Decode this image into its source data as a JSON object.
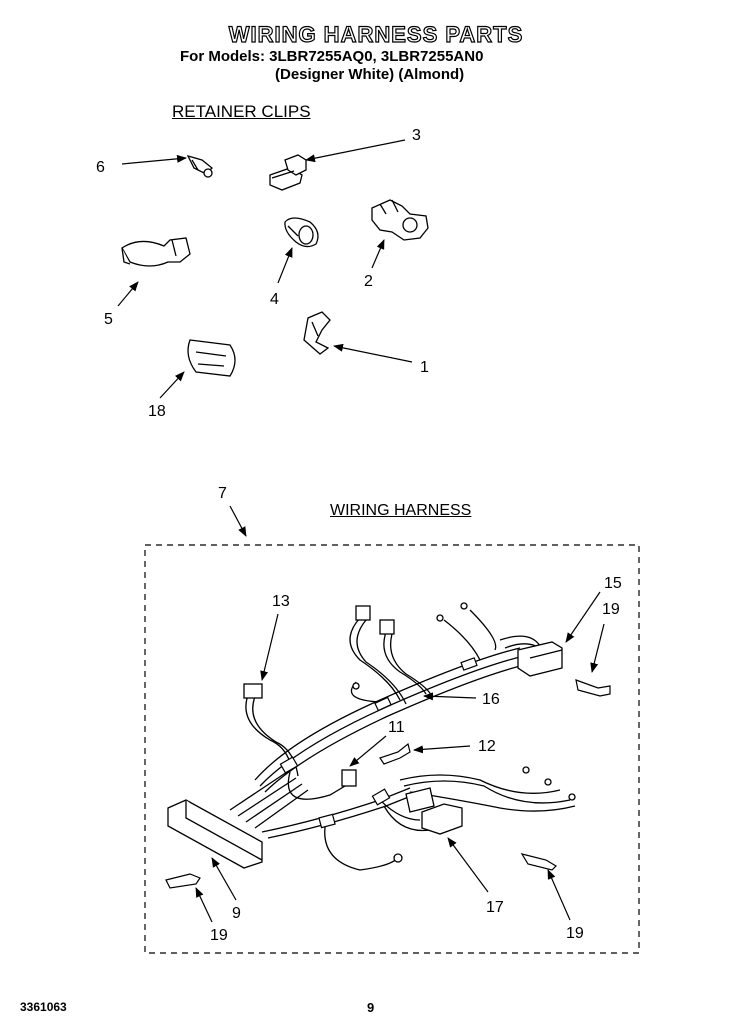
{
  "header": {
    "title": "WIRING HARNESS PARTS",
    "models_line": "For Models: 3LBR7255AQ0, 3LBR7255AN0",
    "variants_line": "(Designer White)   (Almond)"
  },
  "sections": {
    "retainer_clips": "RETAINER CLIPS",
    "wiring_harness": "WIRING HARNESS"
  },
  "callouts": {
    "c1": "1",
    "c2": "2",
    "c3": "3",
    "c4": "4",
    "c5": "5",
    "c6": "6",
    "c7": "7",
    "c9": "9",
    "c11": "11",
    "c12": "12",
    "c13": "13",
    "c15": "15",
    "c16": "16",
    "c17": "17",
    "c18": "18",
    "c19a": "19",
    "c19b": "19",
    "c19c": "19"
  },
  "footer": {
    "doc_number": "3361063",
    "page_number": "9"
  }
}
